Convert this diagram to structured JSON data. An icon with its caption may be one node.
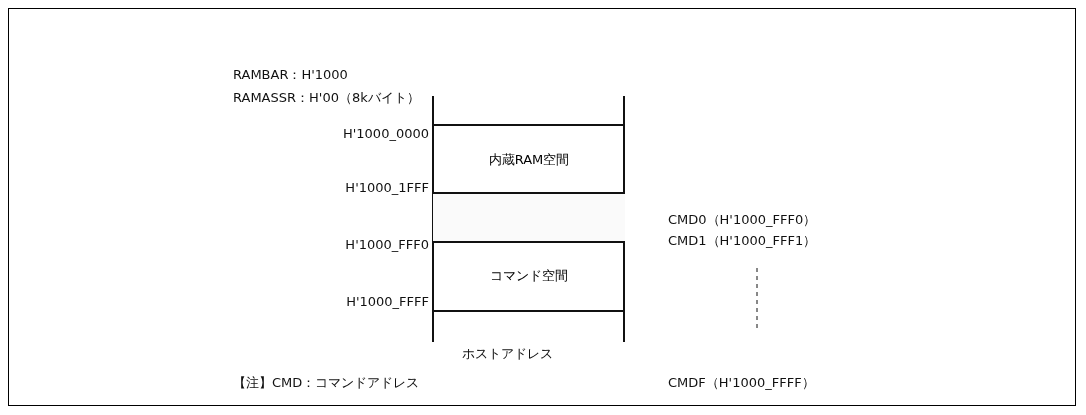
{
  "diagram": {
    "nodes": [
      {
        "text": [
          "内蔵RAM空間"
        ]
      },
      {
        "text": [],
        "shape": "box"
      },
      {
        "text": [
          "コマンド空間"
        ]
      }
    ],
    "labels": [
      "RAMBAR：H'1000",
      "RAMASSR：H'00（8kバイト）",
      "H'1000_0000",
      "H'1000_1FFF",
      "H'1000_FFF0",
      "H'1000_FFFF",
      "CMD0（H'1000_FFF0）",
      "CMD1（H'1000_FFF1）",
      "CMDF（H'1000_FFFF）",
      "ホストアドレス",
      "【注】CMD：コマンドアドレス"
    ]
  }
}
